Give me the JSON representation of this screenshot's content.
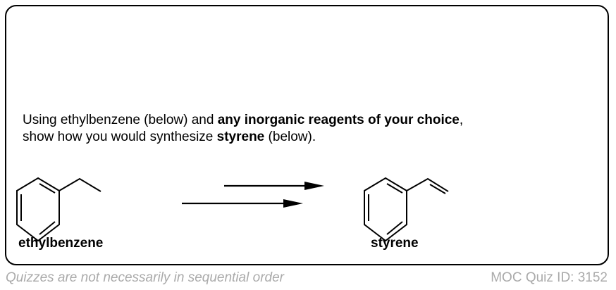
{
  "question": {
    "part1": "Using ethylbenzene (below) and ",
    "bold1": "any inorganic reagents of your choice",
    "part2": ",",
    "part3": "show how you would synthesize ",
    "bold2": "styrene",
    "part4": " (below)."
  },
  "starting_material": "ethylbenzene",
  "product": "styrene",
  "footer": {
    "note": "Quizzes are not necessarily in sequential order",
    "quiz_id": "MOC Quiz ID: 3152"
  }
}
